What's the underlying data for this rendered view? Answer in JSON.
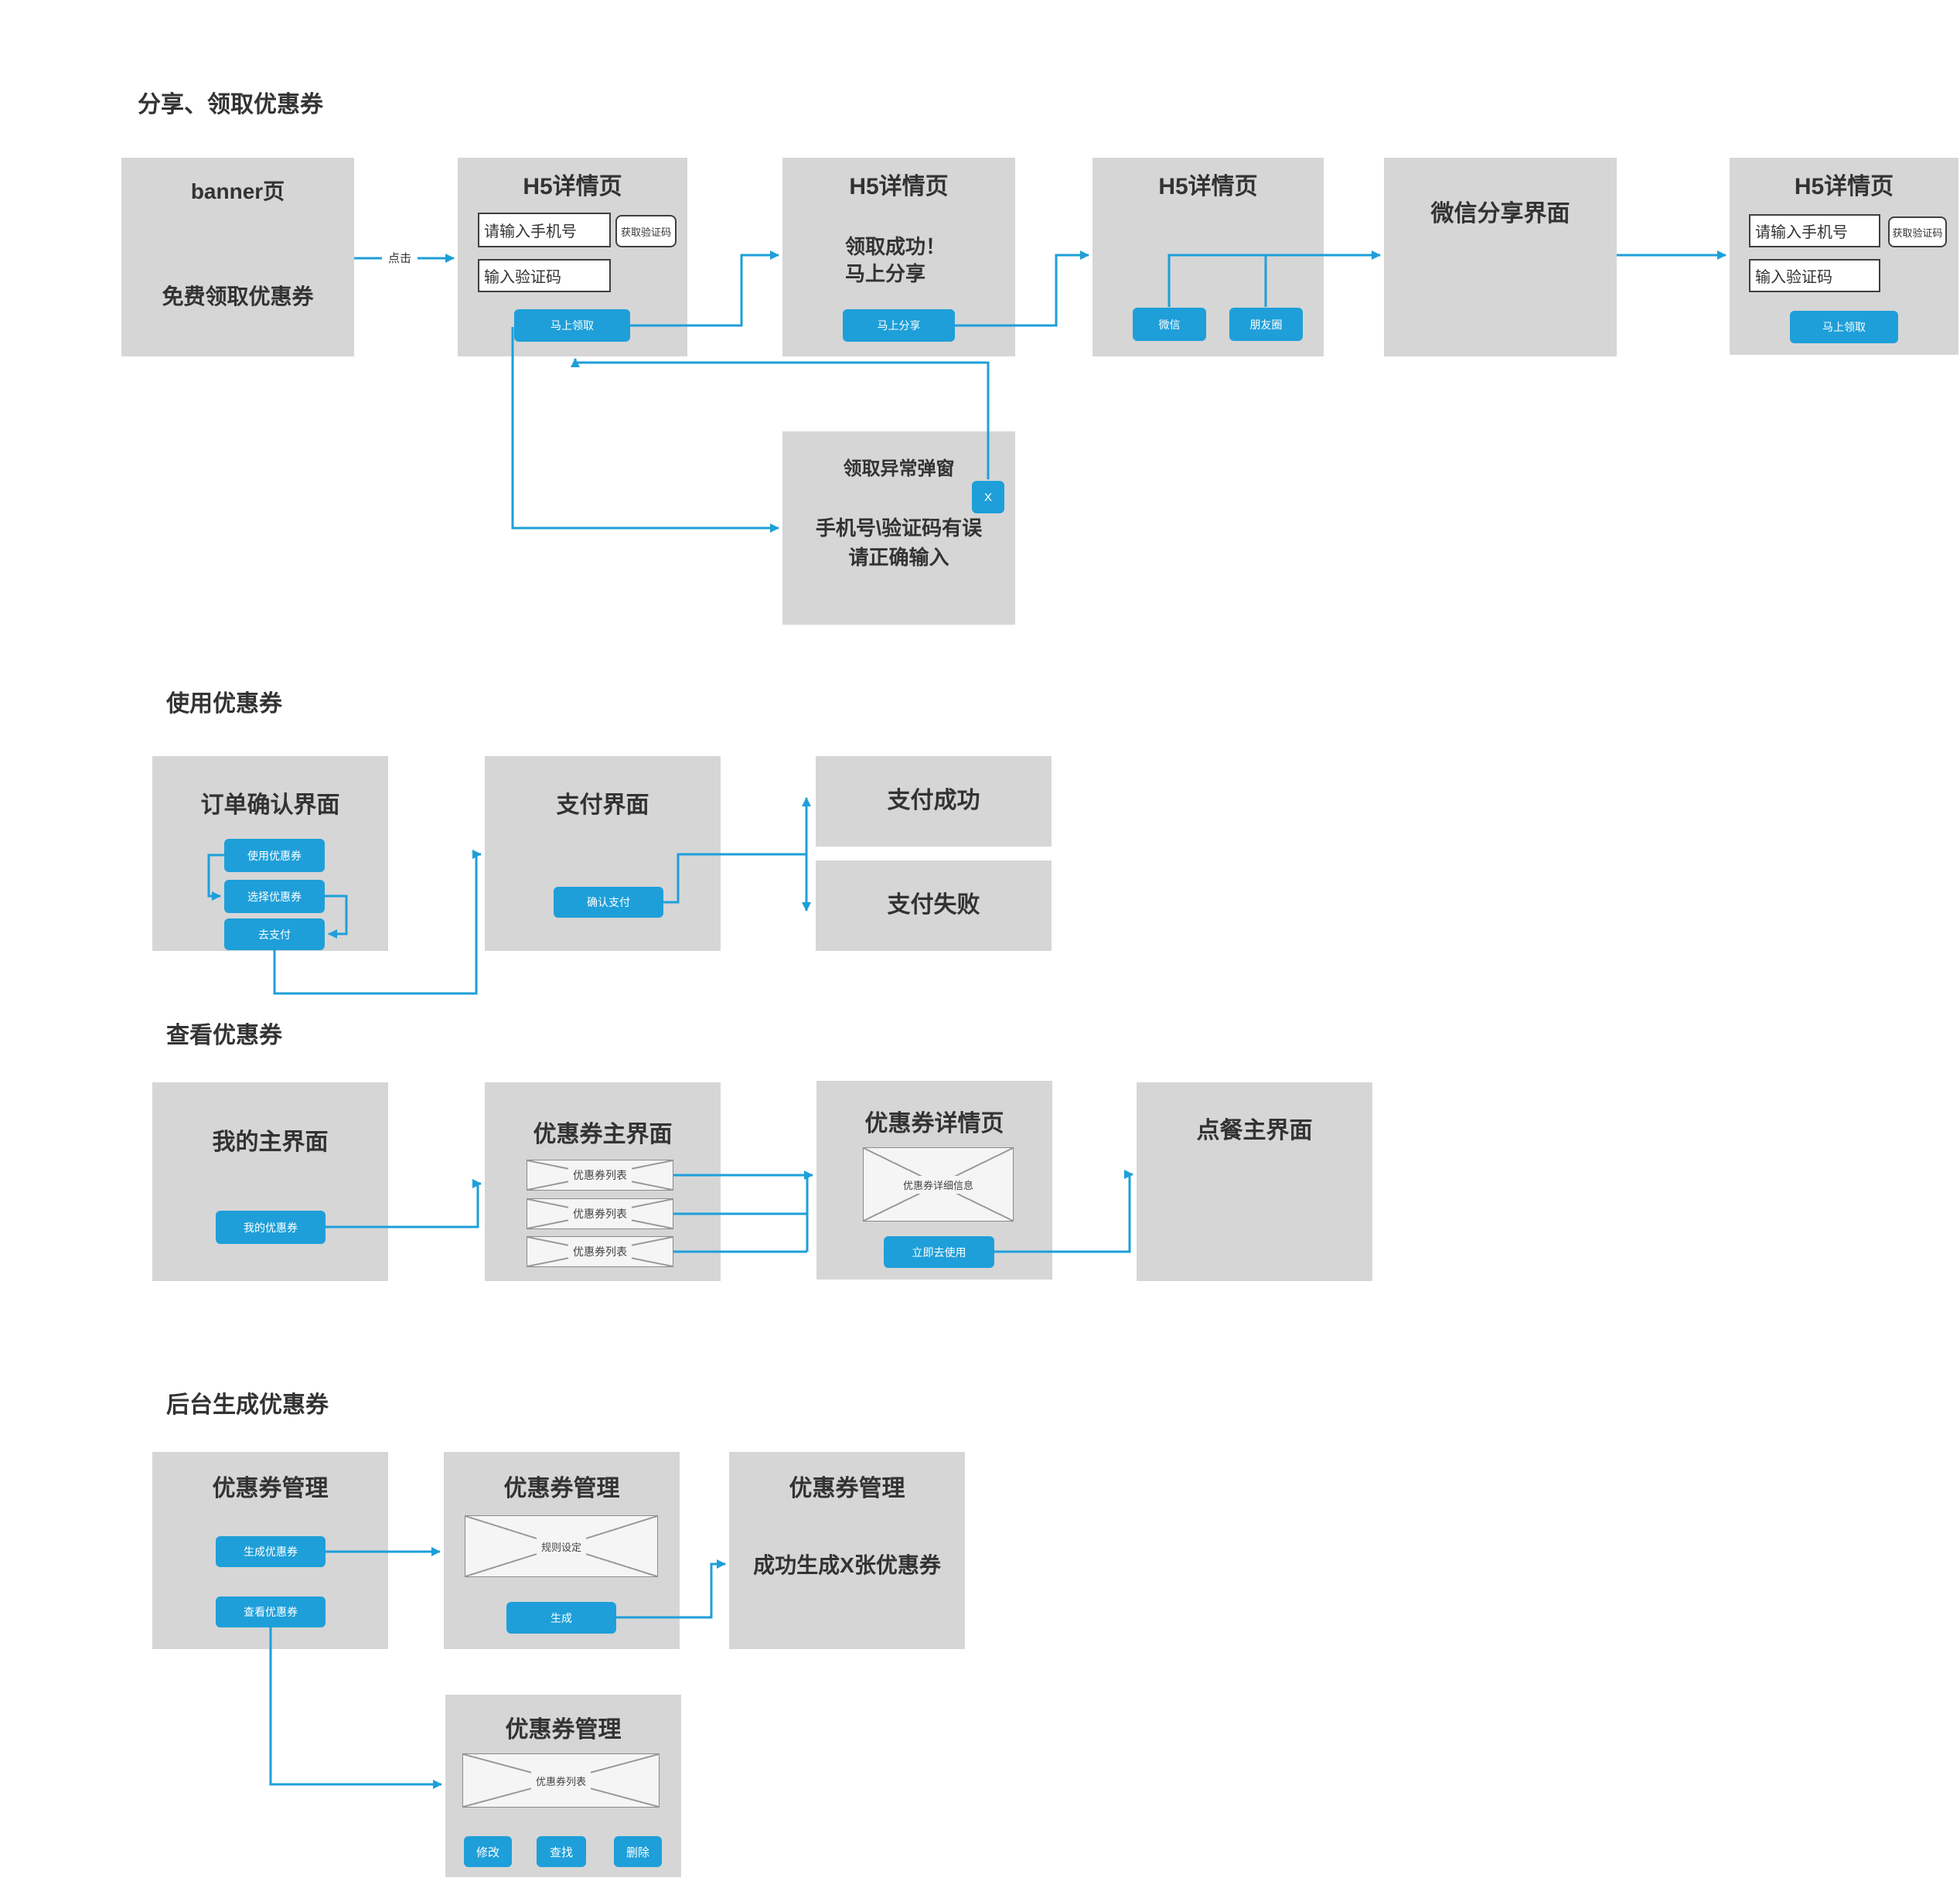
{
  "colors": {
    "accent": "#1e9fd9",
    "screen_bg": "#d6d6d6",
    "text": "#333333"
  },
  "section1": {
    "title": "分享、领取优惠券",
    "click_label": "点击",
    "banner": {
      "title": "banner页",
      "subtitle": "免费领取优惠券"
    },
    "h5_form1": {
      "title": "H5详情页",
      "phone_placeholder": "请输入手机号",
      "get_code_button": "获取验证码",
      "code_placeholder": "输入验证码",
      "claim_button": "马上领取"
    },
    "h5_success": {
      "title": "H5详情页",
      "message_line1": "领取成功！",
      "message_line2": "马上分享",
      "share_button": "马上分享"
    },
    "h5_share": {
      "title": "H5详情页",
      "wechat_button": "微信",
      "moments_button": "朋友圈"
    },
    "wechat_share": {
      "title": "微信分享界面"
    },
    "h5_form2": {
      "title": "H5详情页",
      "phone_placeholder": "请输入手机号",
      "get_code_button": "获取验证码",
      "code_placeholder": "输入验证码",
      "claim_button": "马上领取"
    },
    "error_popup": {
      "title": "领取异常弹窗",
      "close_button": "X",
      "message_line1": "手机号\\验证码有误",
      "message_line2": "请正确输入"
    }
  },
  "section2": {
    "title": "使用优惠券",
    "order_confirm": {
      "title": "订单确认界面",
      "use_coupon_button": "使用优惠券",
      "select_coupon_button": "选择优惠券",
      "go_pay_button": "去支付"
    },
    "payment": {
      "title": "支付界面",
      "confirm_pay_button": "确认支付"
    },
    "pay_success": {
      "title": "支付成功"
    },
    "pay_fail": {
      "title": "支付失败"
    }
  },
  "section3": {
    "title": "查看优惠券",
    "my_home": {
      "title": "我的主界面",
      "my_coupons_button": "我的优惠券"
    },
    "coupon_main": {
      "title": "优惠券主界面",
      "list_rows": [
        "优惠券列表",
        "优惠券列表",
        "优惠券列表"
      ]
    },
    "coupon_detail": {
      "title": "优惠券详情页",
      "placeholder": "优惠券详细信息",
      "use_now_button": "立即去使用"
    },
    "order_home": {
      "title": "点餐主界面"
    }
  },
  "section4": {
    "title": "后台生成优惠券",
    "manage_main": {
      "title": "优惠券管理",
      "generate_coupon_button": "生成优惠券",
      "view_coupon_button": "查看优惠券"
    },
    "manage_rules": {
      "title": "优惠券管理",
      "placeholder": "规则设定",
      "generate_button": "生成"
    },
    "manage_result": {
      "title": "优惠券管理",
      "message": "成功生成X张优惠券"
    },
    "manage_list": {
      "title": "优惠券管理",
      "placeholder": "优惠券列表",
      "modify_button": "修改",
      "find_button": "查找",
      "delete_button": "删除"
    }
  }
}
